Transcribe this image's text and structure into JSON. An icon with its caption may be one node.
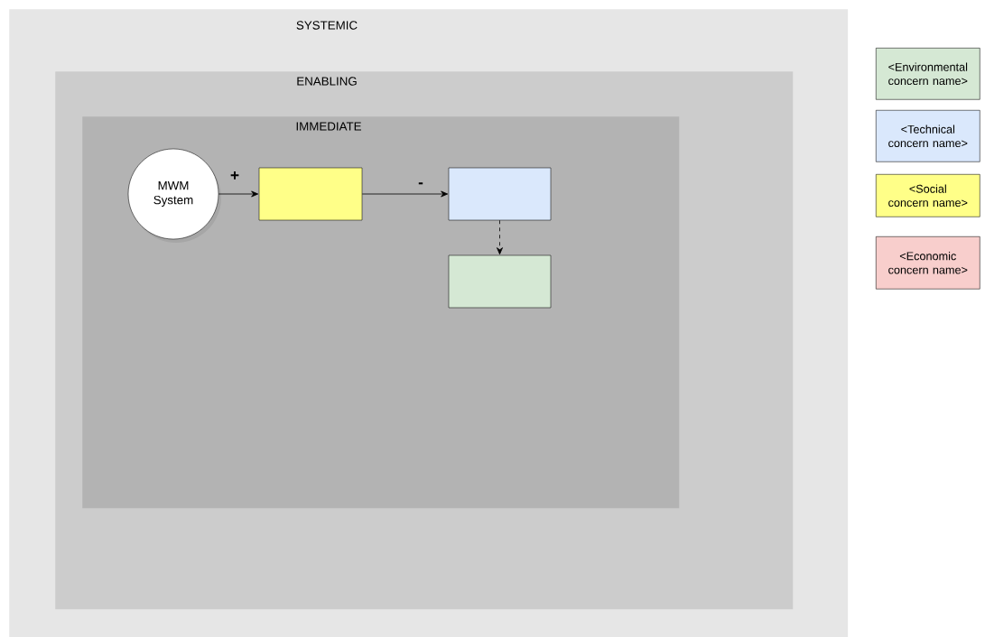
{
  "diagram": {
    "nodes": [
      {
        "text": [
          "SYSTEMIC"
        ]
      },
      {
        "text": [
          "ENABLING"
        ],
        "in": 0
      },
      {
        "text": [
          "IMMEDIATE"
        ],
        "in": 1
      },
      {
        "text": [
          "MWM System"
        ],
        "in": 2
      },
      {
        "text": [],
        "shape": "box",
        "in": 2
      },
      {
        "text": [],
        "shape": "box",
        "in": 2
      },
      {
        "text": [],
        "shape": "box",
        "in": 2
      }
    ],
    "edges": [
      {
        "from": 3,
        "to": 4,
        "arrow": "to",
        "label": "+"
      },
      {
        "from": 4,
        "to": 5,
        "arrow": "to",
        "label": "-"
      },
      {
        "from": 5,
        "to": 6,
        "arrow": "to",
        "style": "dashed"
      }
    ],
    "legend": [
      {
        "text": "<Environmental concern name>",
        "color": "#d5e8d4"
      },
      {
        "text": "<Technical concern name>",
        "color": "#dae8fc"
      },
      {
        "text": "<Social concern name>",
        "color": "#ffff88"
      },
      {
        "text": "<Economic concern name>",
        "color": "#f8cecc"
      }
    ]
  }
}
